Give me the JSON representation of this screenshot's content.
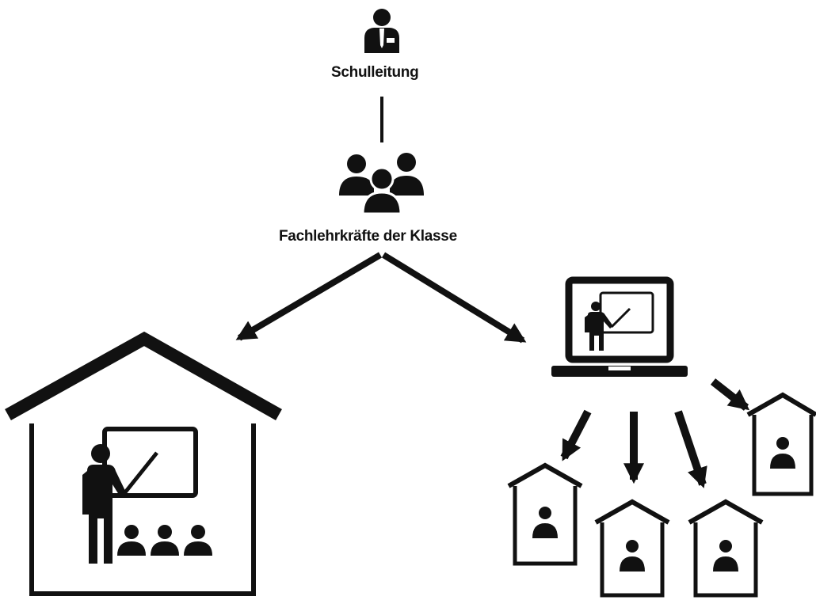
{
  "nodes": {
    "principal": {
      "label": "Schulleitung",
      "icon": "person-with-tie-icon"
    },
    "teachers": {
      "label": "Fachlehrkräfte der Klasse",
      "icon": "group-icon"
    },
    "classroom": {
      "icon": "school-house-with-teacher-icon"
    },
    "remote": {
      "icon": "laptop-with-teacher-icon"
    },
    "homes": {
      "icon": "home-with-student-icon",
      "count": 4
    }
  },
  "colors": {
    "ink": "#111111",
    "background": "#ffffff"
  }
}
